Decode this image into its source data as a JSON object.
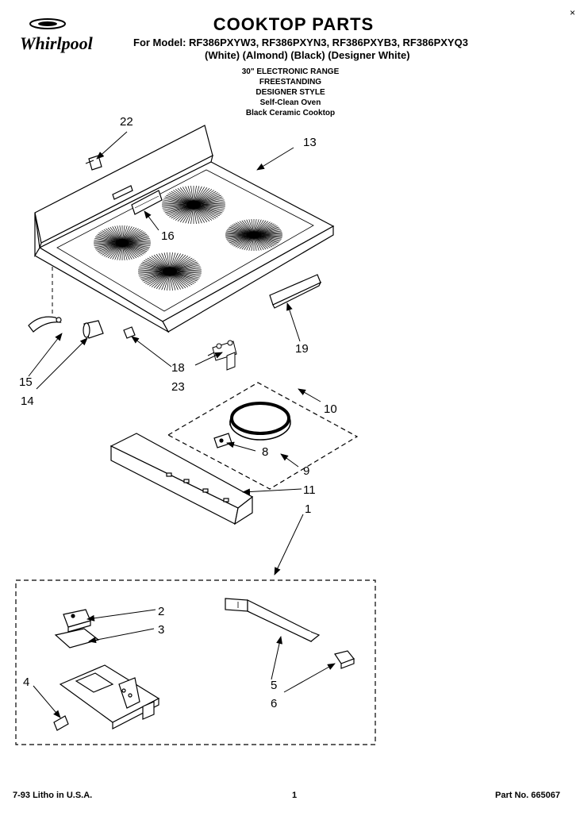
{
  "header": {
    "close_glyph": "×",
    "brand": "Whirlpool",
    "title": "COOKTOP PARTS",
    "models": "For Model: RF386PXYW3, RF386PXYN3, RF386PXYB3, RF386PXYQ3",
    "colors": "(White)   (Almond)    (Black)  (Designer White)",
    "desc_lines": [
      "30\" ELECTRONIC RANGE",
      "FREESTANDING",
      "DESIGNER STYLE",
      "Self-Clean Oven",
      "Black Ceramic Cooktop"
    ]
  },
  "callouts": {
    "c22": "22",
    "c13": "13",
    "c16": "16",
    "c19": "19",
    "c18": "18",
    "c23": "23",
    "c15": "15",
    "c14": "14",
    "c10": "10",
    "c8": "8",
    "c9": "9",
    "c11": "11",
    "c1": "1",
    "c2": "2",
    "c3": "3",
    "c4": "4",
    "c5": "5",
    "c6": "6"
  },
  "footer": {
    "litho": "7-93 Litho in U.S.A.",
    "page": "1",
    "part_no": "Part No. 665067"
  }
}
